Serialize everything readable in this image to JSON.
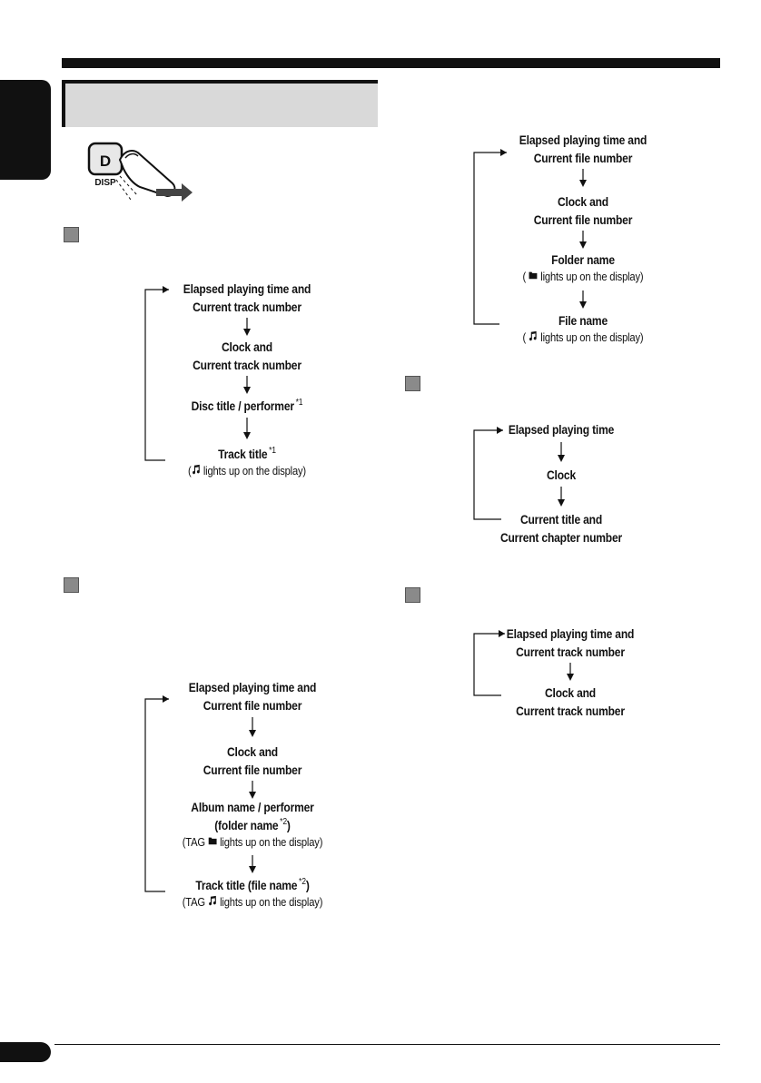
{
  "flow_cd": {
    "items": [
      {
        "l1": "Elapsed playing time and",
        "l2": "Current track number"
      },
      {
        "l1": "Clock and",
        "l2": "Current track number"
      },
      {
        "l1": "Disc title / performer",
        "sup": "*1"
      },
      {
        "l1": "Track title",
        "sup": "*1",
        "note_pre": "(",
        "note_post": " lights up on the display)",
        "note_icon": "music-note-icon"
      }
    ]
  },
  "flow_mp3": {
    "items": [
      {
        "l1": "Elapsed playing time and",
        "l2": "Current file number"
      },
      {
        "l1": "Clock and",
        "l2": "Current file number"
      },
      {
        "l1": "Album name / performer",
        "l2a": "(folder name",
        "sup": "*2",
        "l2b": ")",
        "note_pre": "(TAG ",
        "note_post": " lights up on the display)",
        "note_icon": "folder-icon"
      },
      {
        "l1a": "Track title (file name",
        "sup": "*2",
        "l1b": ")",
        "note_pre": "(TAG ",
        "note_post": " lights up on the display)",
        "note_icon": "music-note-icon"
      }
    ]
  },
  "flow_file": {
    "items": [
      {
        "l1": "Elapsed playing time and",
        "l2": "Current file number"
      },
      {
        "l1": "Clock and",
        "l2": "Current file number"
      },
      {
        "l1": "Folder name",
        "note_pre": "( ",
        "note_post": " lights up on the display)",
        "note_icon": "folder-icon"
      },
      {
        "l1": "File name",
        "note_pre": "( ",
        "note_post": " lights up on the display)",
        "note_icon": "music-note-icon"
      }
    ]
  },
  "flow_dvd": {
    "items": [
      {
        "l1": "Elapsed playing time"
      },
      {
        "l1": "Clock"
      },
      {
        "l1": "Current title and",
        "l2": "Current chapter number"
      }
    ]
  },
  "flow_vcd": {
    "items": [
      {
        "l1": "Elapsed playing time and",
        "l2": "Current track number"
      },
      {
        "l1": "Clock and",
        "l2": "Current track number"
      }
    ]
  },
  "button": {
    "key": "D",
    "label": "DISP"
  }
}
